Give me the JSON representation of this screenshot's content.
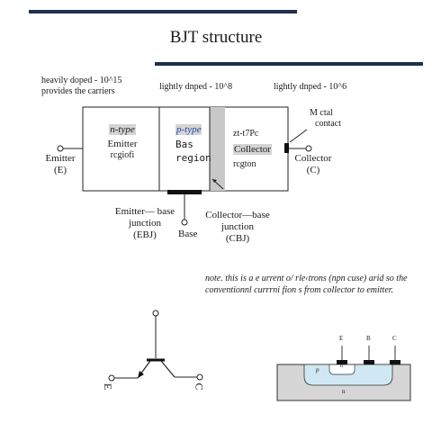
{
  "title": "BJT structure",
  "header_notes": {
    "left": [
      "heavily doped - 10^15",
      "provides the carriers"
    ],
    "middle": "lightly dnped - 10^8",
    "right": "lightly dnped - 10^6",
    "metal_contact": [
      "M ctal",
      "contact"
    ]
  },
  "regions": {
    "emitter": {
      "type": "n-type",
      "name": "Emitter",
      "sub": "rcgiofi"
    },
    "base": {
      "type": "p-type",
      "name": "Bas",
      "sub": "region"
    },
    "collector": {
      "type": "zt-t7Pc",
      "name": "Collector",
      "sub": "rcgton"
    }
  },
  "terminals": {
    "emitter": [
      "Emitter",
      "(E)"
    ],
    "collector": [
      "Collector",
      "(C)"
    ],
    "base": "Base"
  },
  "junctions": {
    "ebj": [
      "Emitter— base",
      "junction",
      "(EBJ)"
    ],
    "cbj": [
      "Collector—base",
      "junction",
      "(CBJ)"
    ]
  },
  "note": [
    "note. this is a e urrent o/ rle‹trons (npn cuse) arid so the",
    "conventionnl currrni fion s from collector to emitter."
  ],
  "symbol_labels": {
    "e": "E",
    "c": "C"
  },
  "cross_section": {
    "terminals": [
      "E",
      "B",
      "C"
    ],
    "p_label": "p",
    "n_plus_label": "n",
    "n_label": "n"
  },
  "colors": {
    "rule": "#1f2f4e",
    "p_type_text": "#1f4fa3",
    "p_well": "#cfe8f3",
    "substrate": "#d6d6d6"
  }
}
